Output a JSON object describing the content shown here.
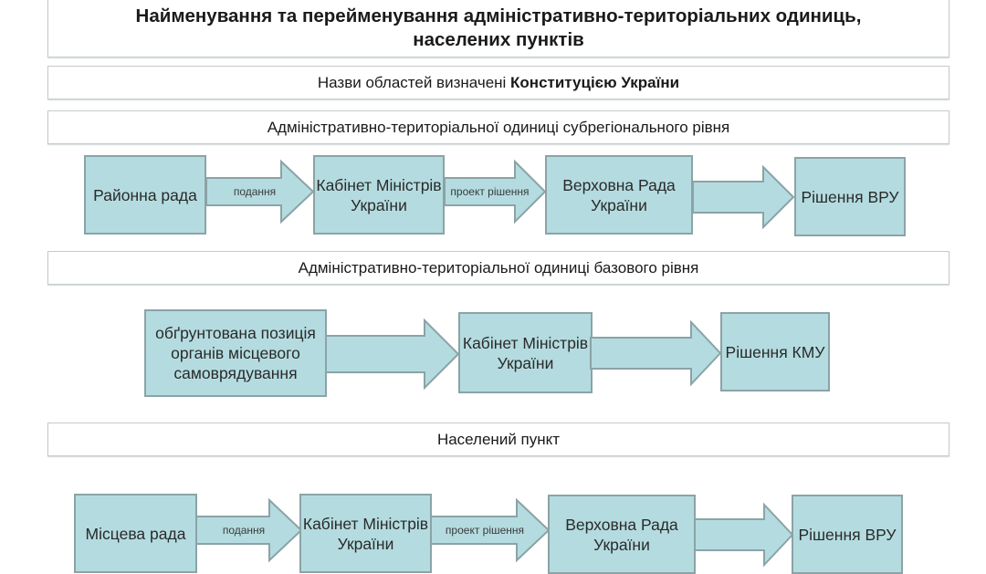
{
  "title": {
    "line1": "Найменування та перейменування адміністративно-територіальних одиниць,",
    "line2": "населених пунктів"
  },
  "oblasts": {
    "prefix": "Назви областей визначені ",
    "bold": "Конституцією України"
  },
  "section_subregional": {
    "heading": "Адміністративно-територіальної одиниці субрегіонального рівня",
    "nodes": [
      "Районна рада",
      "Кабінет Міністрів України",
      "Верховна Рада України",
      "Рішення ВРУ"
    ],
    "arrows": [
      "подання",
      "проект рішення",
      ""
    ]
  },
  "section_basic": {
    "heading": "Адміністративно-територіальної одиниці базового рівня",
    "nodes": [
      "обґрунтована позиція органів місцевого самоврядування",
      "Кабінет Міністрів України",
      "Рішення КМУ"
    ],
    "arrows": [
      "",
      ""
    ]
  },
  "section_settlement": {
    "heading": "Населений пункт",
    "nodes": [
      "Місцева рада",
      "Кабінет Міністрів України",
      "Верховна Рада України",
      "Рішення ВРУ"
    ],
    "arrows": [
      "подання",
      "проект рішення",
      ""
    ]
  },
  "colors": {
    "node_fill": "#b4dce0",
    "node_border": "#8ba3a6"
  }
}
